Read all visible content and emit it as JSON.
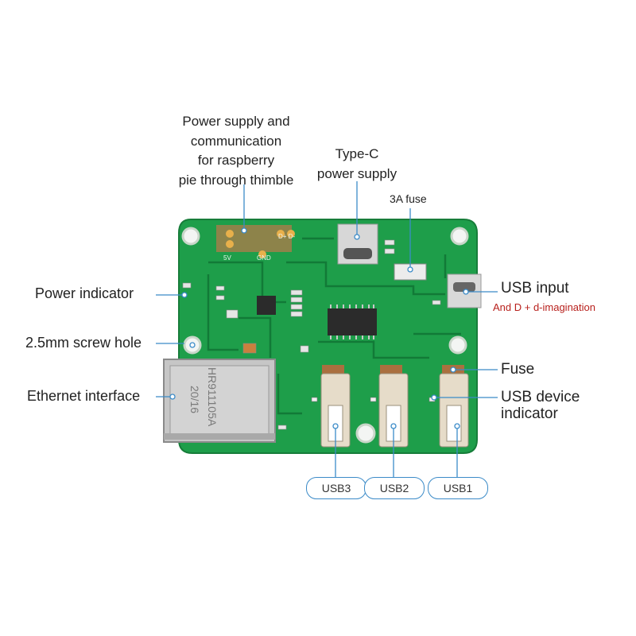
{
  "labels": {
    "power_comm": [
      "Power supply and",
      "communication",
      "for raspberry",
      "pie through thimble"
    ],
    "typec": [
      "Type-C",
      "power supply"
    ],
    "fuse_3a": "3A fuse",
    "usb_input": "USB input",
    "usb_input_note": "And D + d-imagination",
    "power_indicator": "Power indicator",
    "screw_hole": "2.5mm screw hole",
    "ethernet": "Ethernet interface",
    "fuse": "Fuse",
    "usb_device_indicator": [
      "USB device",
      "indicator"
    ]
  },
  "ports": [
    "USB3",
    "USB2",
    "USB1"
  ],
  "silkscreen": {
    "pin_5v": "5V",
    "pin_gnd": "GND",
    "pin_data": "D+ D-",
    "rj45_marking_1": "HR911105A",
    "rj45_marking_2": "20/16"
  },
  "colors": {
    "pcb": "#1e9e4a",
    "trace": "#127a37",
    "leader": "#3b8bc8",
    "pill_border": "#3b8bc8",
    "note_red": "#b8201c"
  }
}
